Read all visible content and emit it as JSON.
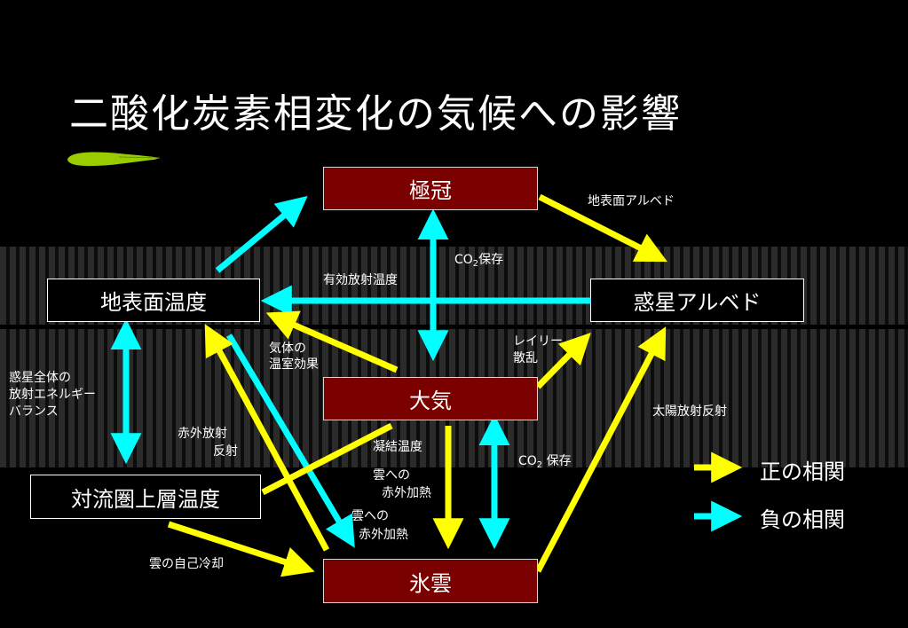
{
  "title": "二酸化炭素相変化の気候への影響",
  "nodes": {
    "ice_cap": "極冠",
    "surface_temp": "地表面温度",
    "planetary_albedo": "惑星アルベド",
    "atmosphere": "大気",
    "upper_troposphere_temp": "対流圏上層温度",
    "ice_cloud": "氷雲"
  },
  "edge_labels": {
    "surface_albedo": "地表面アルベド",
    "co2_storage_top": "CO2保存",
    "effective_radiation_temp": "有効放射温度",
    "greenhouse_line1": "気体の",
    "greenhouse_line2": "温室効果",
    "rayleigh_line1": "レイリー",
    "rayleigh_line2": "散乱",
    "energy_balance_line1": "惑星全体の",
    "energy_balance_line2": "放射エネルギー",
    "energy_balance_line3": "バランス",
    "ir_reflection_line1": "赤外放射",
    "ir_reflection_line2": "反射",
    "condensation_temp": "凝結温度",
    "cloud_ir_heating_a_line1": "雲への",
    "cloud_ir_heating_a_line2": "赤外加熱",
    "cloud_ir_heating_b_line1": "雲への",
    "cloud_ir_heating_b_line2": "赤外加熱",
    "co2_storage_bottom": "CO2 保存",
    "solar_reflection": "太陽放射反射",
    "cloud_self_cooling": "雲の自己冷却"
  },
  "legend": {
    "positive": "正の相関",
    "negative": "負の相関"
  },
  "colors": {
    "positive": "#ffff00",
    "negative": "#00ffff",
    "node_red": "#7b0000"
  }
}
